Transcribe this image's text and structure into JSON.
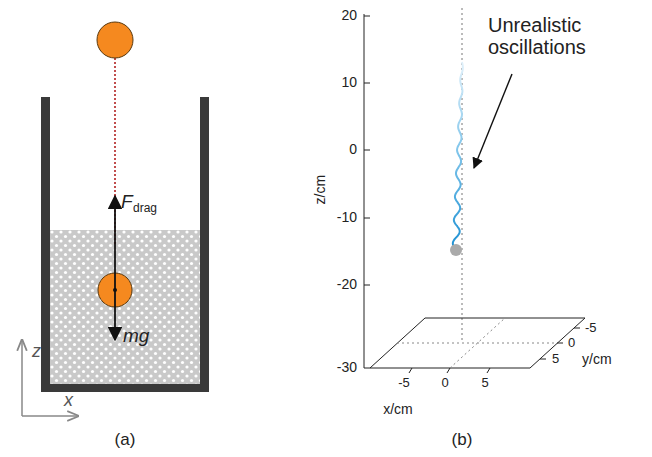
{
  "diagram": {
    "labels": [
      "F",
      "drag",
      "mg",
      "z",
      "x",
      "(a)",
      "20",
      "10",
      "0",
      "-10",
      "-20",
      "-30",
      "z/cm",
      "Unrealistic oscillations",
      "x/cm",
      "-5",
      "0",
      "5",
      "5",
      "0",
      "y/cm",
      "-5",
      "(b)"
    ]
  }
}
